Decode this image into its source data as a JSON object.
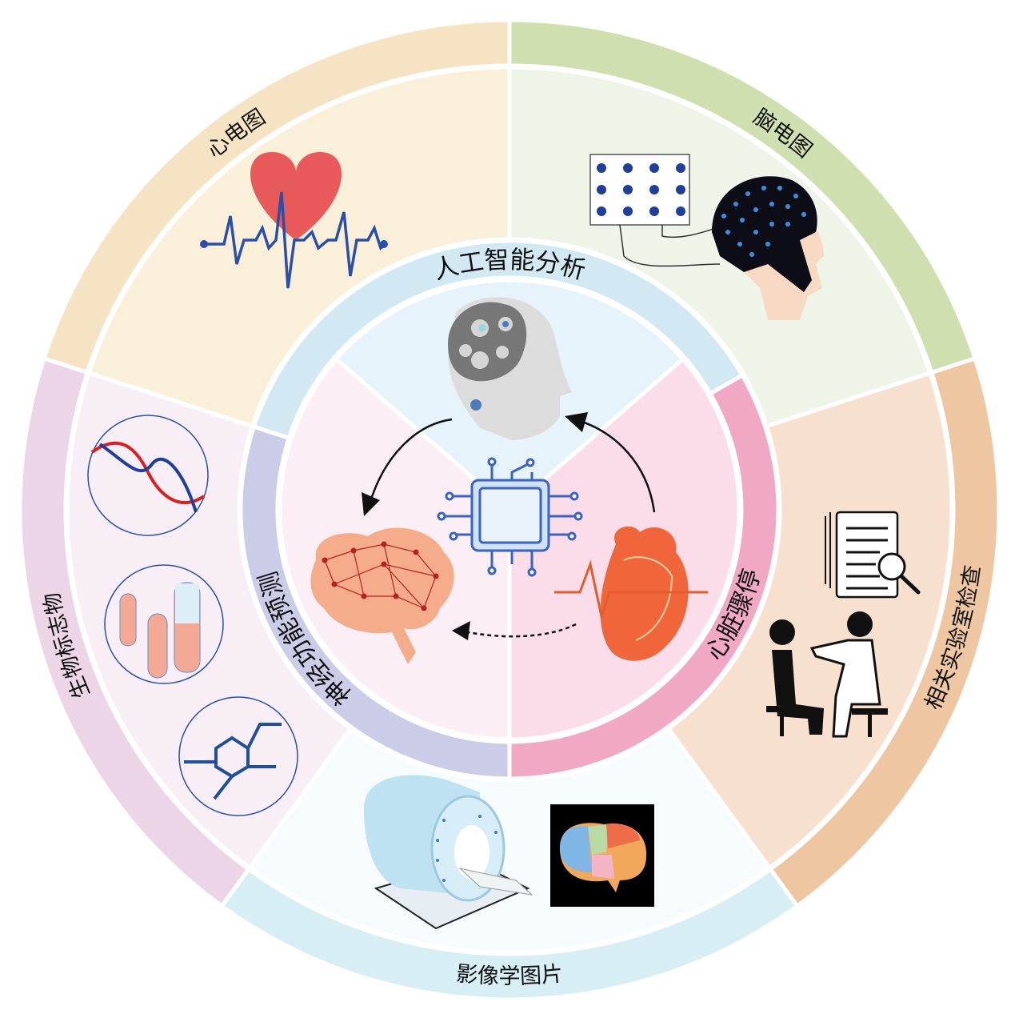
{
  "outer_segments": [
    {
      "key": "ecg",
      "label": "心电图",
      "band": "#f5e3c3",
      "fill": "#faefd8"
    },
    {
      "key": "eeg",
      "label": "脑电图",
      "band": "#cfdfb0",
      "fill": "#eef5e8"
    },
    {
      "key": "lab",
      "label": "相关实验室检查",
      "band": "#efc6a2",
      "fill": "#f8e0cf"
    },
    {
      "key": "imaging",
      "label": "影像学图片",
      "band": "#d7eef4",
      "fill": "#f6fbfd"
    },
    {
      "key": "biomarker",
      "label": "生物标志物",
      "band": "#ecd5e6",
      "fill": "#f7eef6"
    }
  ],
  "inner_segments": [
    {
      "key": "ai",
      "label": "人工智能分析",
      "band": "#d2e9f3",
      "fill": "#e6f3fa"
    },
    {
      "key": "arrest",
      "label": "心脏骤停",
      "band": "#f0a8c4",
      "fill": "#fadde9"
    },
    {
      "key": "neuro",
      "label": "神经功能预测",
      "band": "#cbcde8",
      "fill": "#fbeef4"
    }
  ],
  "icons": [
    "heart-ecg-icon",
    "eeg-cap-icon",
    "lab-report-icon",
    "doctor-patient-icon",
    "mri-scanner-icon",
    "brain-scan-icon",
    "dna-icon",
    "test-tubes-icon",
    "molecule-icon",
    "ai-head-icon",
    "chip-icon",
    "neural-brain-icon",
    "heart-organ-icon"
  ]
}
